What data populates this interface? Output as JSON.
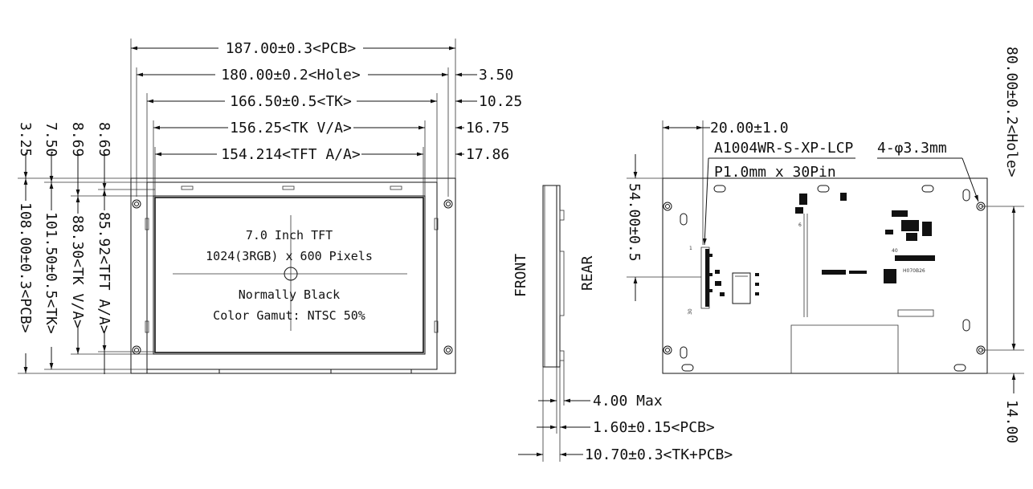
{
  "front": {
    "dims_horizontal": [
      {
        "text": "187.00±0.3<PCB>"
      },
      {
        "text": "180.00±0.2<Hole>",
        "right": "3.50"
      },
      {
        "text": "166.50±0.5<TK>",
        "right": "10.25"
      },
      {
        "text": "156.25<TK V/A>",
        "right": "16.75"
      },
      {
        "text": "154.214<TFT A/A>",
        "right": "17.86"
      }
    ],
    "dims_vertical": [
      {
        "offset": "3.25",
        "text": "108.00±0.3<PCB>"
      },
      {
        "offset": "7.50",
        "text": "101.50±0.5<TK>"
      },
      {
        "offset": "8.69",
        "text": "88.30<TK V/A>"
      },
      {
        "offset": "8.69",
        "text": "85.92<TFT A/A>"
      }
    ],
    "screen_text": [
      "7.0 Inch TFT",
      "1024(3RGB) x 600 Pixels",
      "Normally Black",
      "Color Gamut: NTSC 50%"
    ]
  },
  "side": {
    "front_label": "FRONT",
    "rear_label": "REAR",
    "dims": [
      "4.00 Max",
      "1.60±0.15<PCB>",
      "10.70±0.3<TK+PCB>"
    ]
  },
  "rear": {
    "dim_top": "20.00±1.0",
    "connector_part": "A1004WR-S-XP-LCP",
    "connector_pitch": "P1.0mm x 30Pin",
    "hole_note": "4-φ3.3mm",
    "dim_left": "54.00±0.5",
    "dim_right": "80.00±0.2<Hole>",
    "dim_bottom_right": "14.00",
    "pin_1": "1",
    "pin_30": "30",
    "pin_40": "40",
    "pin_6": "6",
    "chip_label": "H070B26"
  }
}
